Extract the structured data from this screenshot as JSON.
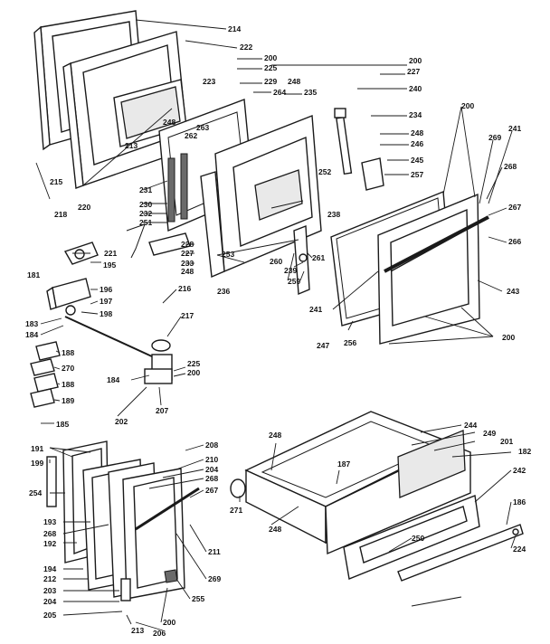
{
  "diagram": {
    "labels": [
      {
        "id": "214",
        "text": "214"
      },
      {
        "id": "222",
        "text": "222"
      },
      {
        "id": "200a",
        "text": "200"
      },
      {
        "id": "225a",
        "text": "225"
      },
      {
        "id": "229",
        "text": "229"
      },
      {
        "id": "248a",
        "text": "248"
      },
      {
        "id": "264",
        "text": "264"
      },
      {
        "id": "235",
        "text": "235"
      },
      {
        "id": "223",
        "text": "223"
      },
      {
        "id": "200b",
        "text": "200"
      },
      {
        "id": "227a",
        "text": "227"
      },
      {
        "id": "240",
        "text": "240"
      },
      {
        "id": "234",
        "text": "234"
      },
      {
        "id": "248b",
        "text": "248"
      },
      {
        "id": "246",
        "text": "246"
      },
      {
        "id": "245",
        "text": "245"
      },
      {
        "id": "257",
        "text": "257"
      },
      {
        "id": "200c",
        "text": "200"
      },
      {
        "id": "241a",
        "text": "241"
      },
      {
        "id": "269a",
        "text": "269"
      },
      {
        "id": "268a",
        "text": "268"
      },
      {
        "id": "267a",
        "text": "267"
      },
      {
        "id": "266",
        "text": "266"
      },
      {
        "id": "243",
        "text": "243"
      },
      {
        "id": "248c",
        "text": "248"
      },
      {
        "id": "263",
        "text": "263"
      },
      {
        "id": "262",
        "text": "262"
      },
      {
        "id": "213a",
        "text": "213"
      },
      {
        "id": "215",
        "text": "215"
      },
      {
        "id": "218",
        "text": "218"
      },
      {
        "id": "220",
        "text": "220"
      },
      {
        "id": "231",
        "text": "231"
      },
      {
        "id": "230",
        "text": "230"
      },
      {
        "id": "232",
        "text": "232"
      },
      {
        "id": "251",
        "text": "251"
      },
      {
        "id": "252",
        "text": "252"
      },
      {
        "id": "238",
        "text": "238"
      },
      {
        "id": "221",
        "text": "221"
      },
      {
        "id": "195",
        "text": "195"
      },
      {
        "id": "228",
        "text": "228"
      },
      {
        "id": "227b",
        "text": "227"
      },
      {
        "id": "233",
        "text": "233"
      },
      {
        "id": "248d",
        "text": "248"
      },
      {
        "id": "253",
        "text": "253"
      },
      {
        "id": "236",
        "text": "236"
      },
      {
        "id": "260",
        "text": "260"
      },
      {
        "id": "239",
        "text": "239"
      },
      {
        "id": "259",
        "text": "259"
      },
      {
        "id": "261",
        "text": "261"
      },
      {
        "id": "241b",
        "text": "241"
      },
      {
        "id": "247",
        "text": "247"
      },
      {
        "id": "256",
        "text": "256"
      },
      {
        "id": "200d",
        "text": "200"
      },
      {
        "id": "181",
        "text": "181"
      },
      {
        "id": "196",
        "text": "196"
      },
      {
        "id": "197",
        "text": "197"
      },
      {
        "id": "198",
        "text": "198"
      },
      {
        "id": "183",
        "text": "183"
      },
      {
        "id": "184a",
        "text": "184"
      },
      {
        "id": "216",
        "text": "216"
      },
      {
        "id": "217",
        "text": "217"
      },
      {
        "id": "188a",
        "text": "188"
      },
      {
        "id": "270",
        "text": "270"
      },
      {
        "id": "188b",
        "text": "188"
      },
      {
        "id": "189",
        "text": "189"
      },
      {
        "id": "184b",
        "text": "184"
      },
      {
        "id": "225b",
        "text": "225"
      },
      {
        "id": "200e",
        "text": "200"
      },
      {
        "id": "202",
        "text": "202"
      },
      {
        "id": "207",
        "text": "207"
      },
      {
        "id": "185",
        "text": "185"
      },
      {
        "id": "191",
        "text": "191"
      },
      {
        "id": "199",
        "text": "199"
      },
      {
        "id": "208",
        "text": "208"
      },
      {
        "id": "210",
        "text": "210"
      },
      {
        "id": "204a",
        "text": "204"
      },
      {
        "id": "268b",
        "text": "268"
      },
      {
        "id": "267b",
        "text": "267"
      },
      {
        "id": "254",
        "text": "254"
      },
      {
        "id": "193",
        "text": "193"
      },
      {
        "id": "268c",
        "text": "268"
      },
      {
        "id": "192",
        "text": "192"
      },
      {
        "id": "194",
        "text": "194"
      },
      {
        "id": "212",
        "text": "212"
      },
      {
        "id": "203",
        "text": "203"
      },
      {
        "id": "204b",
        "text": "204"
      },
      {
        "id": "205",
        "text": "205"
      },
      {
        "id": "211",
        "text": "211"
      },
      {
        "id": "269b",
        "text": "269"
      },
      {
        "id": "255",
        "text": "255"
      },
      {
        "id": "200f",
        "text": "200"
      },
      {
        "id": "213b",
        "text": "213"
      },
      {
        "id": "206",
        "text": "206"
      },
      {
        "id": "248e",
        "text": "248"
      },
      {
        "id": "244",
        "text": "244"
      },
      {
        "id": "249",
        "text": "249"
      },
      {
        "id": "201",
        "text": "201"
      },
      {
        "id": "182",
        "text": "182"
      },
      {
        "id": "187",
        "text": "187"
      },
      {
        "id": "242",
        "text": "242"
      },
      {
        "id": "271",
        "text": "271"
      },
      {
        "id": "248f",
        "text": "248"
      },
      {
        "id": "186",
        "text": "186"
      },
      {
        "id": "250",
        "text": "250"
      },
      {
        "id": "224",
        "text": "224"
      }
    ]
  }
}
